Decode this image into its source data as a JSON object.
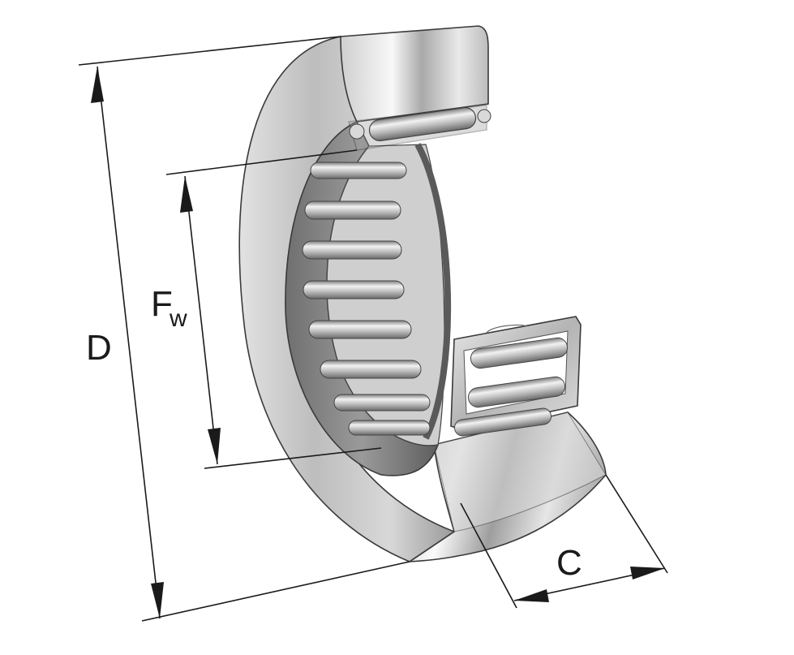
{
  "diagram": {
    "subject": "needle-roller-bearing-cutaway",
    "labels": {
      "D": "D",
      "Fw_main": "F",
      "Fw_sub": "w",
      "C": "C"
    },
    "icons": {
      "outer_ring": "outer-ring-shape",
      "needle_rollers": "needle-roller-shape",
      "cage": "cage-shape"
    }
  }
}
